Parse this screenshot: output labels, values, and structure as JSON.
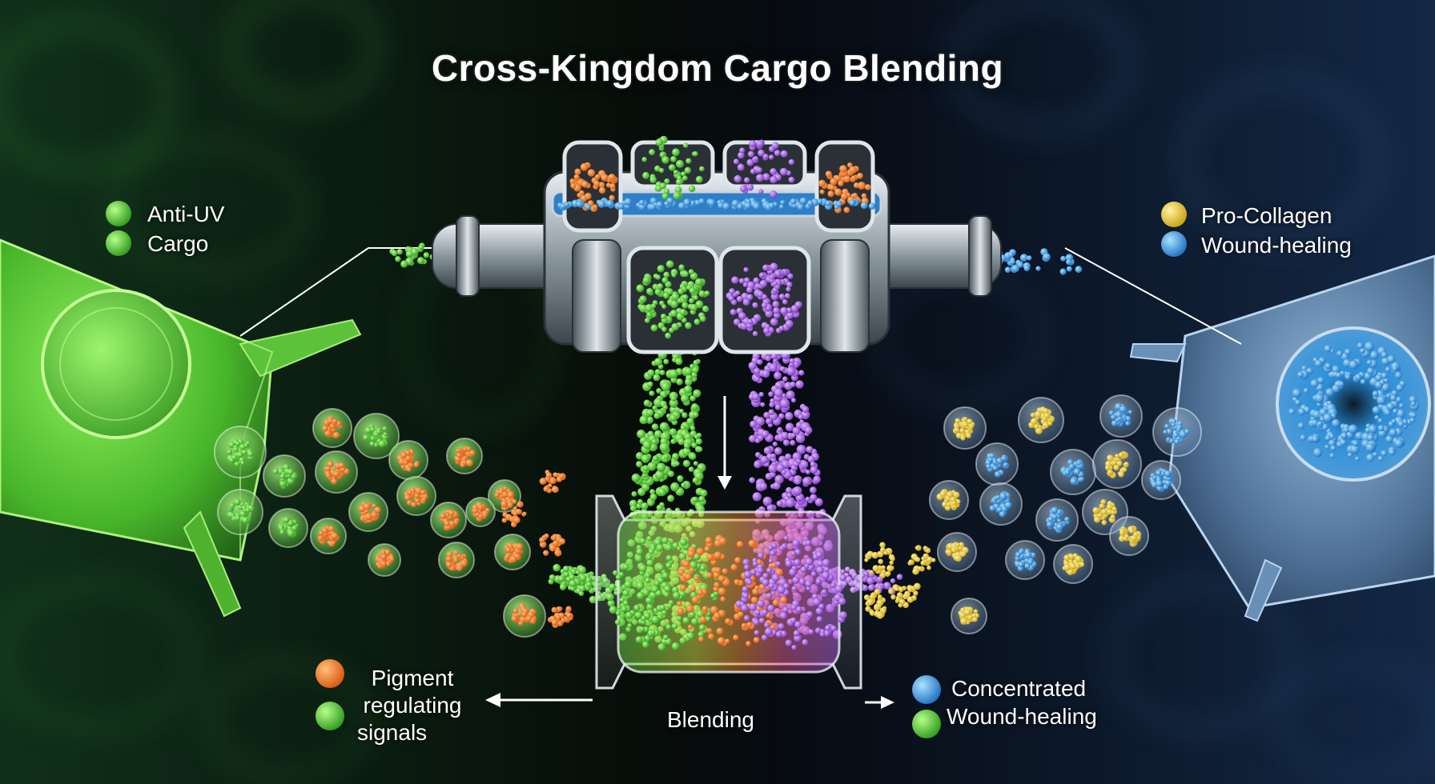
{
  "title": "Cross-Kingdom Cargo Blending",
  "labels": {
    "anti_uv": "Anti-UV",
    "cargo": "Cargo",
    "pro_collagen": "Pro-Collagen",
    "wound_healing": "Wound-healing",
    "pigment_lines": [
      "Pigment",
      "regulating",
      "signals"
    ],
    "blending": "Blending",
    "concentrated": "Concentrated",
    "concentrated_wound_healing": "Wound-healing"
  },
  "colors": {
    "green": "#5fd23a",
    "orange": "#f07a1e",
    "purple": "#a95ae0",
    "blue": "#3aa8e8",
    "yellow": "#e8c43a",
    "bg_left": "#0f2a12",
    "bg_right": "#0c1a2c"
  }
}
